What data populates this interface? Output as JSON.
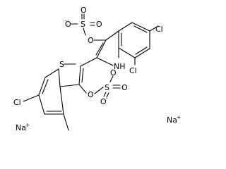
{
  "molecule": {
    "atoms": {
      "cl_a": "Cl",
      "cl_b": "Cl",
      "cl_c": "Cl",
      "nh": "NH",
      "s_ring": "S",
      "o_ether1": "O",
      "o_ether2": "O",
      "s_sulf1": "S",
      "s_sulf2": "S",
      "o_1a": "O",
      "o_1b": "O",
      "o_1c": "O",
      "o_2a": "O",
      "o_2b": "O",
      "o_2c": "O",
      "na1": "Na",
      "na2": "Na",
      "methyl_label": ""
    },
    "charges": {
      "minus1": "-",
      "minus2": "-",
      "plus1": "+",
      "plus2": "+"
    }
  }
}
